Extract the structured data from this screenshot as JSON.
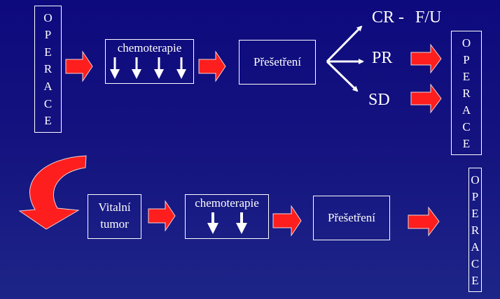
{
  "operace_letters": [
    "O",
    "P",
    "E",
    "R",
    "A",
    "C",
    "E"
  ],
  "row1": {
    "chemo_label": "chemoterapie",
    "reeval_label": "Přešetření",
    "outcomes": {
      "cr": "CR -",
      "fu": "F/U",
      "pr": "PR",
      "sd": "SD"
    }
  },
  "row2": {
    "vital_line1": "Vitalní",
    "vital_line2": "tumor",
    "chemo_label": "chemoterapie",
    "reeval_label": "Přešetření"
  },
  "colors": {
    "arrow_red": "#ff1e1e",
    "background": "#13127f",
    "text": "#ffffff"
  }
}
